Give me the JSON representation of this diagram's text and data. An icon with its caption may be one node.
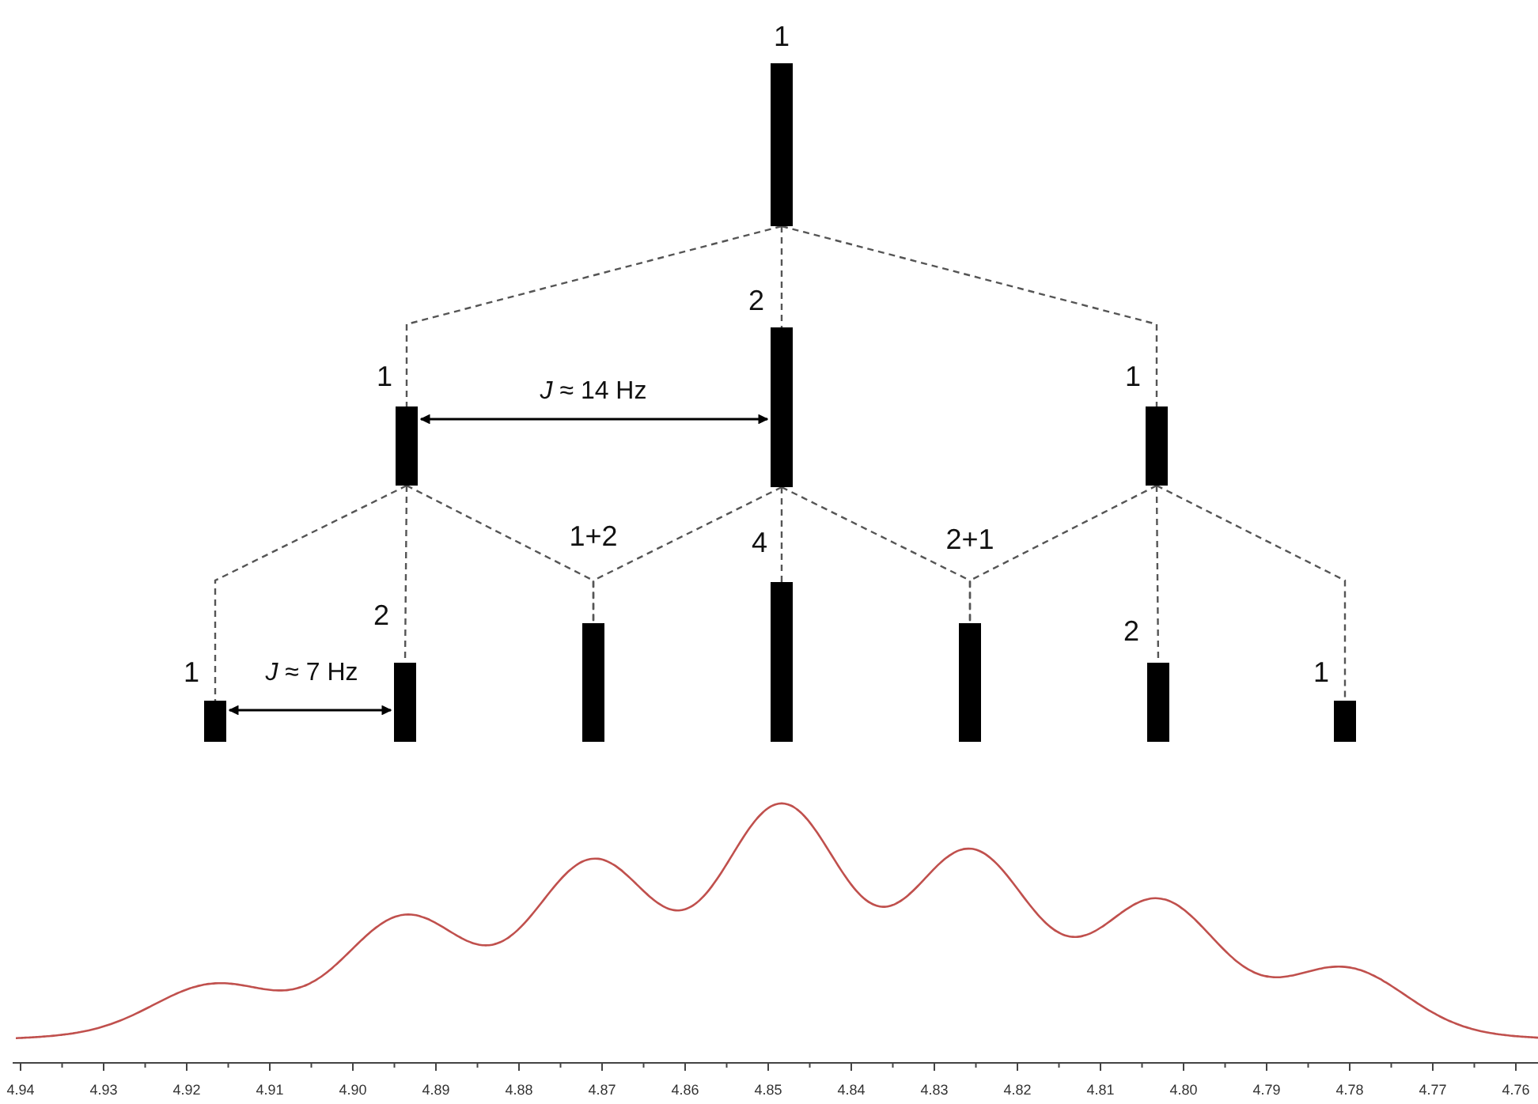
{
  "diagram": {
    "nodes": [
      {
        "text": [],
        "shape": "bar",
        "beside": [
          "1"
        ]
      },
      {
        "text": [],
        "shape": "bar",
        "beside": [
          "1"
        ]
      },
      {
        "text": [],
        "shape": "bar",
        "beside": [
          "2"
        ]
      },
      {
        "text": [],
        "shape": "bar",
        "beside": [
          "1"
        ]
      },
      {
        "text": [],
        "shape": "bar",
        "beside": [
          "1"
        ]
      },
      {
        "text": [],
        "shape": "bar",
        "beside": [
          "2"
        ]
      },
      {
        "text": [],
        "shape": "bar",
        "beside": [
          "1+2"
        ]
      },
      {
        "text": [],
        "shape": "bar",
        "beside": [
          "4"
        ]
      },
      {
        "text": [],
        "shape": "bar",
        "beside": [
          "2+1"
        ]
      },
      {
        "text": [],
        "shape": "bar",
        "beside": [
          "2"
        ]
      },
      {
        "text": [],
        "shape": "bar",
        "beside": [
          "1"
        ]
      }
    ],
    "edges": [
      {
        "from": 0,
        "to": 1,
        "arrow": "none",
        "style": "dashed"
      },
      {
        "from": 0,
        "to": 2,
        "arrow": "none",
        "style": "dashed"
      },
      {
        "from": 0,
        "to": 3,
        "arrow": "none",
        "style": "dashed"
      },
      {
        "from": 1,
        "to": 4,
        "arrow": "none",
        "style": "dashed"
      },
      {
        "from": 1,
        "to": 5,
        "arrow": "none",
        "style": "dashed"
      },
      {
        "from": 1,
        "to": 6,
        "arrow": "none",
        "style": "dashed"
      },
      {
        "from": 2,
        "to": 6,
        "arrow": "none",
        "style": "dashed"
      },
      {
        "from": 2,
        "to": 7,
        "arrow": "none",
        "style": "dashed"
      },
      {
        "from": 2,
        "to": 8,
        "arrow": "none",
        "style": "dashed"
      },
      {
        "from": 3,
        "to": 8,
        "arrow": "none",
        "style": "dashed"
      },
      {
        "from": 3,
        "to": 9,
        "arrow": "none",
        "style": "dashed"
      },
      {
        "from": 3,
        "to": 10,
        "arrow": "none",
        "style": "dashed"
      },
      {
        "from": 1,
        "to": 2,
        "arrow": "both",
        "label": "*J* ≈ 14 Hz"
      },
      {
        "from": 4,
        "to": 5,
        "arrow": "both",
        "label": "*J* ≈ 7 Hz"
      }
    ],
    "labels": [
      "4.94",
      "4.93",
      "4.92",
      "4.91",
      "4.90",
      "4.89",
      "4.88",
      "4.87",
      "4.86",
      "4.85",
      "4.84",
      "4.83",
      "4.82",
      "4.81",
      "4.80",
      "4.79",
      "4.78",
      "4.77",
      "4.76"
    ]
  }
}
